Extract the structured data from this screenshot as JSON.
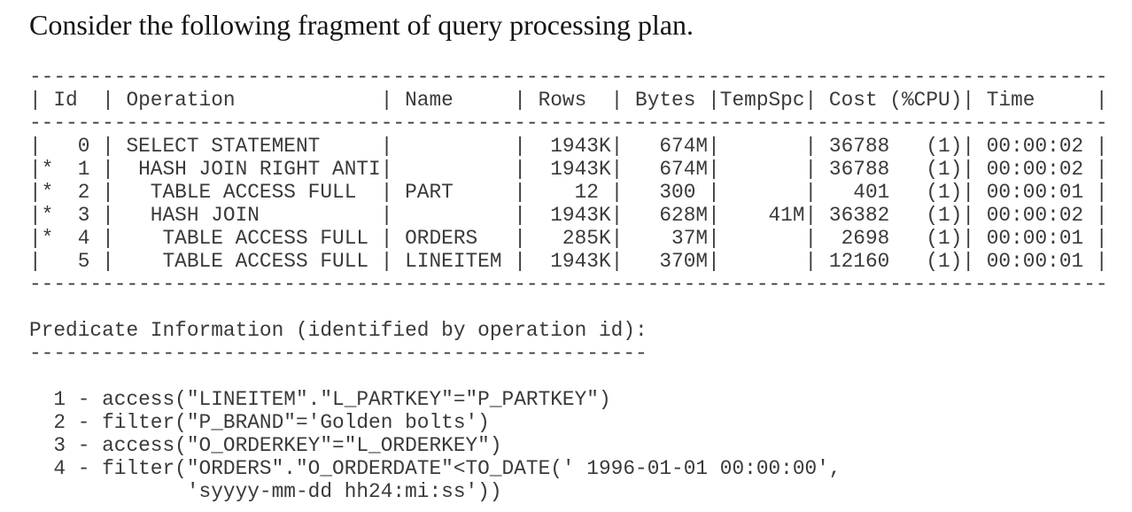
{
  "title": "Consider the following fragment of query processing plan.",
  "plan": {
    "header_cells": [
      " Id  ",
      " Operation            ",
      " Name     ",
      " Rows  ",
      " Bytes ",
      "TempSpc",
      " Cost (%CPU)",
      " Time     "
    ],
    "rows": [
      {
        "cells": [
          "   0 ",
          " SELECT STATEMENT     ",
          "          ",
          "  1943K",
          "   674M",
          "       ",
          " 36788   (1)",
          " 00:00:02 "
        ]
      },
      {
        "cells": [
          "*  1 ",
          "  HASH JOIN RIGHT ANTI",
          "          ",
          "  1943K",
          "   674M",
          "       ",
          " 36788   (1)",
          " 00:00:02 "
        ]
      },
      {
        "cells": [
          "*  2 ",
          "   TABLE ACCESS FULL  ",
          " PART     ",
          "    12 ",
          "   300 ",
          "       ",
          "   401   (1)",
          " 00:00:01 "
        ]
      },
      {
        "cells": [
          "*  3 ",
          "   HASH JOIN          ",
          "          ",
          "  1943K",
          "   628M",
          "    41M",
          " 36382   (1)",
          " 00:00:02 "
        ]
      },
      {
        "cells": [
          "*  4 ",
          "    TABLE ACCESS FULL ",
          " ORDERS   ",
          "   285K",
          "    37M",
          "       ",
          "  2698   (1)",
          " 00:00:01 "
        ]
      },
      {
        "cells": [
          "   5 ",
          "    TABLE ACCESS FULL ",
          " LINEITEM ",
          "  1943K",
          "   370M",
          "       ",
          " 12160   (1)",
          " 00:00:01 "
        ]
      }
    ]
  },
  "predicates": {
    "heading": "Predicate Information (identified by operation id):",
    "lines": [
      "  1 - access(\"LINEITEM\".\"L_PARTKEY\"=\"P_PARTKEY\")",
      "  2 - filter(\"P_BRAND\"='Golden bolts')",
      "  3 - access(\"O_ORDERKEY\"=\"L_ORDERKEY\")",
      "  4 - filter(\"ORDERS\".\"O_ORDERDATE\"<TO_DATE(' 1996-01-01 00:00:00',",
      "             'syyyy-mm-dd hh24:mi:ss'))"
    ]
  },
  "colors": {
    "background": "#ffffff",
    "title_text": "#141414",
    "mono_text": "#3a3a3a"
  }
}
